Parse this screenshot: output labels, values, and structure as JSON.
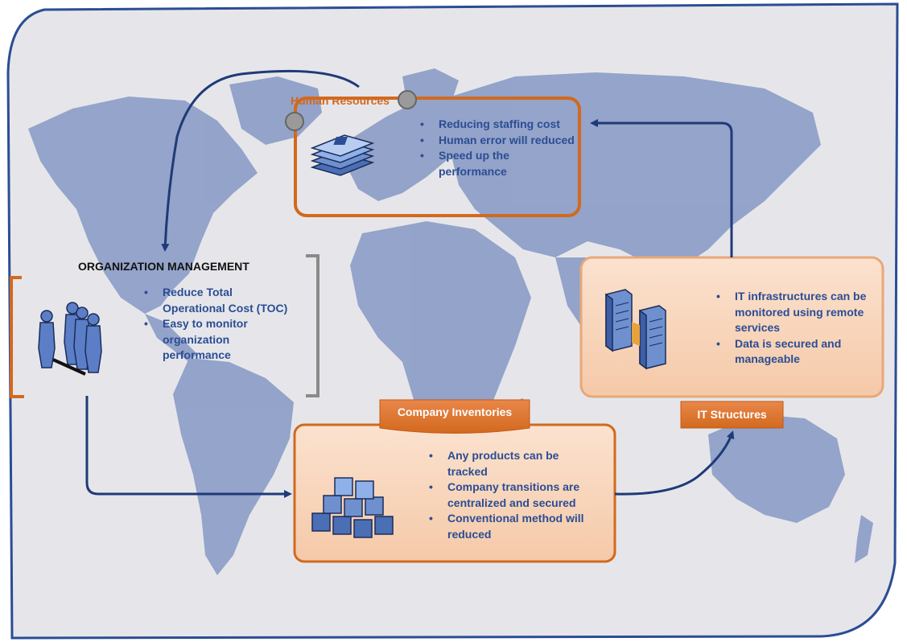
{
  "human_resources": {
    "title": "Human Resources",
    "items": [
      "Reducing staffing cost",
      "Human error will reduced",
      "Speed up the performance"
    ]
  },
  "organization_management": {
    "title": "ORGANIZATION MANAGEMENT",
    "items": [
      "Reduce Total Operational Cost (TOC)",
      "Easy to monitor organization performance"
    ]
  },
  "it_structures": {
    "title": "IT Structures",
    "items": [
      "IT infrastructures can be monitored using remote services",
      "Data is secured and manageable"
    ]
  },
  "company_inventories": {
    "title": "Company Inventories",
    "items": [
      "Any products can be tracked",
      "Company transitions are centralized and secured",
      "Conventional method will reduced"
    ]
  },
  "colors": {
    "background": "#e6e6ea",
    "map_land": "#8fa0c8",
    "accent_orange": "#d2691e",
    "text_blue": "#2b4d94",
    "arrow_navy": "#1f3a78",
    "box_fill": "#f7d2b6"
  }
}
